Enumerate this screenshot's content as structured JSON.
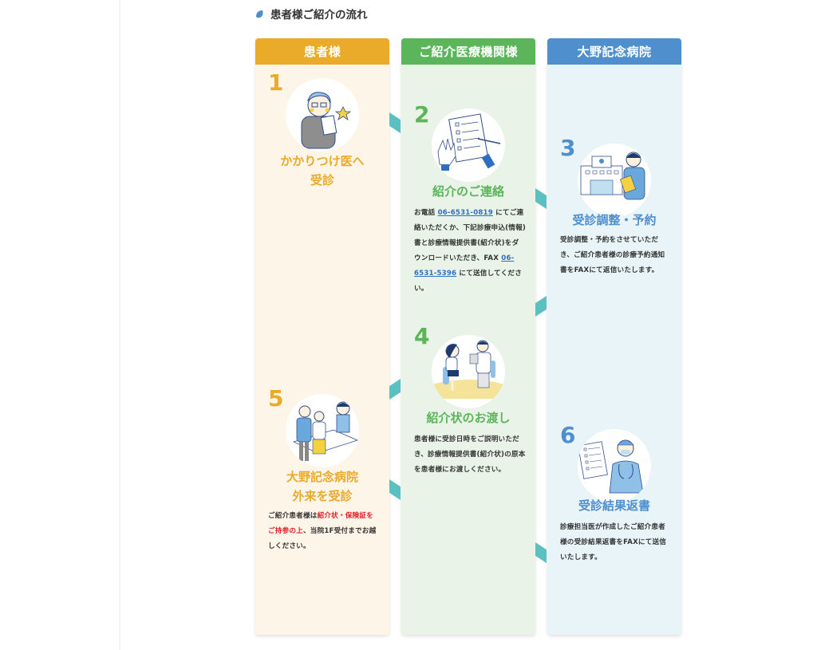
{
  "section": {
    "title": "患者様ご紹介の流れ",
    "bullet_icon": "teardrop-bullet-icon",
    "bullet_color": "#4f8fcd"
  },
  "columns": [
    {
      "label": "患者様",
      "color": "#eaaa2a",
      "bg": "#fdf5e8"
    },
    {
      "label": "ご紹介医療機関様",
      "color": "#5cb55a",
      "bg": "#e9f3e8"
    },
    {
      "label": "大野記念病院",
      "color": "#4f8fcd",
      "bg": "#e8f4f7"
    }
  ],
  "steps": {
    "s1": {
      "num": "1",
      "title_line1": "かかりつけ医へ",
      "title_line2": "受診",
      "illustration": "worried-patient-with-document"
    },
    "s2": {
      "num": "2",
      "title": "紹介のご連絡",
      "illustration": "hand-writing-checklist",
      "body_1": "お電話 ",
      "phone": "06-6531-0819",
      "body_2": " にてご連絡いただくか、下記診療申込(情報)書と診療情報提供書(紹介状)をダウンロードいただき、FAX ",
      "fax": "06-6531-5396",
      "body_3": " にて送信してください。"
    },
    "s3": {
      "num": "3",
      "title": "受診調整・予約",
      "illustration": "hospital-building-and-nurse",
      "body": "受診調整・予約をさせていただき、ご紹介患者様の診療予約通知書をFAXにて返信いたします。"
    },
    "s4": {
      "num": "4",
      "title": "紹介状のお渡し",
      "illustration": "doctor-consulting-patient",
      "body": "患者様に受診日時をご説明いただき、診療情報提供書(紹介状)の原本を患者様にお渡しください。"
    },
    "s5": {
      "num": "5",
      "title_line1": "大野記念病院",
      "title_line2": "外来を受診",
      "illustration": "patients-at-reception-desk",
      "body_1": "ご紹介患者様は",
      "body_red": "紹介状・保険証をご持参の上",
      "body_2": "、当院1F受付までお越しください。"
    },
    "s6": {
      "num": "6",
      "title": "受診結果返書",
      "illustration": "doctor-with-report",
      "body": "診療担当医が作成したご紹介患者様の受診結果返書をFAXにて送信いたします。"
    }
  },
  "colors": {
    "connector": "#5bc0c0",
    "link": "#2f6fc0",
    "emphasis_red": "#e0202a"
  }
}
